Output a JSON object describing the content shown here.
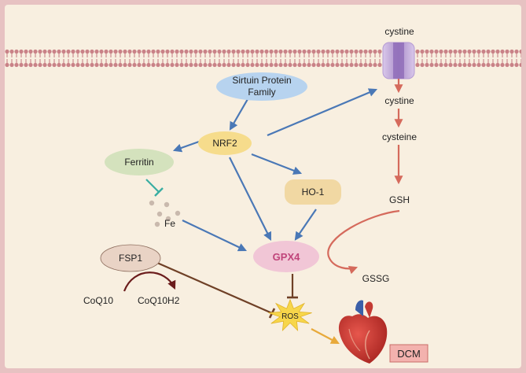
{
  "nodes": {
    "sirtuin": "Sirtuin Protein Family",
    "sirtuin_line1": "Sirtuin Protein",
    "sirtuin_line2": "Family",
    "nrf2": "NRF2",
    "ferritin": "Ferritin",
    "fe": "Fe",
    "ho1": "HO-1",
    "gpx4": "GPX4",
    "fsp1": "FSP1",
    "coq10": "CoQ10",
    "coq10h2": "CoQ10H2",
    "ros": "ROS",
    "dcm": "DCM",
    "cystine_outside": "cystine",
    "cystine_inside": "cystine",
    "cysteine": "cysteine",
    "gsh": "GSH",
    "gssg": "GSSG"
  },
  "icons": {
    "transporter": "cystine-transporter-icon",
    "heart": "heart-icon",
    "membrane": "cell-membrane"
  },
  "colors": {
    "background": "#f8efe0",
    "frame": "#e7c2c2",
    "membrane": "#c98287",
    "activation_arrow": "#4a78b6",
    "cystine_pathway": "#d56a5c",
    "inhibition_teal": "#3aaea2",
    "inhibition_brown": "#6f4026",
    "coq_arrow": "#6b1c1c",
    "ros_to_heart": "#e8a93a",
    "nrf2_fill": "#f6dc8c",
    "sirtuin_fill": "#b7d3ef",
    "ferritin_fill": "#d4e2bd",
    "ho1_fill": "#f1d8a3",
    "gpx4_fill": "#f1c6d6",
    "gpx4_text": "#c0447a",
    "fsp1_fill": "#e9d3c5",
    "ros_fill": "#f7d64a",
    "dcm_fill": "#f3b2ae"
  }
}
